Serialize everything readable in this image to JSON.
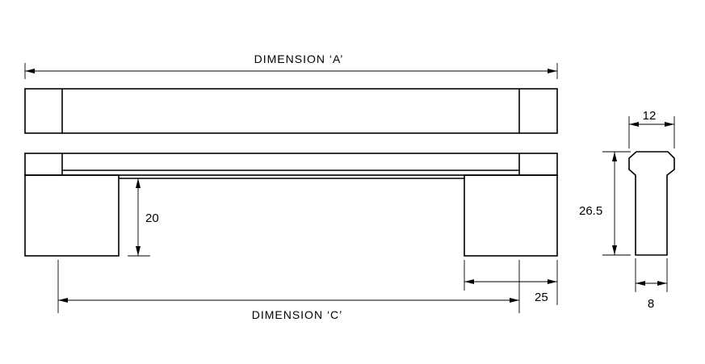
{
  "dimensions": {
    "a_label": "DIMENSION ‘A’",
    "c_label": "DIMENSION ‘C’",
    "height_leg": "20",
    "foot_width": "25",
    "profile_width_top": "12",
    "profile_height": "26.5",
    "profile_width_bottom": "8"
  }
}
